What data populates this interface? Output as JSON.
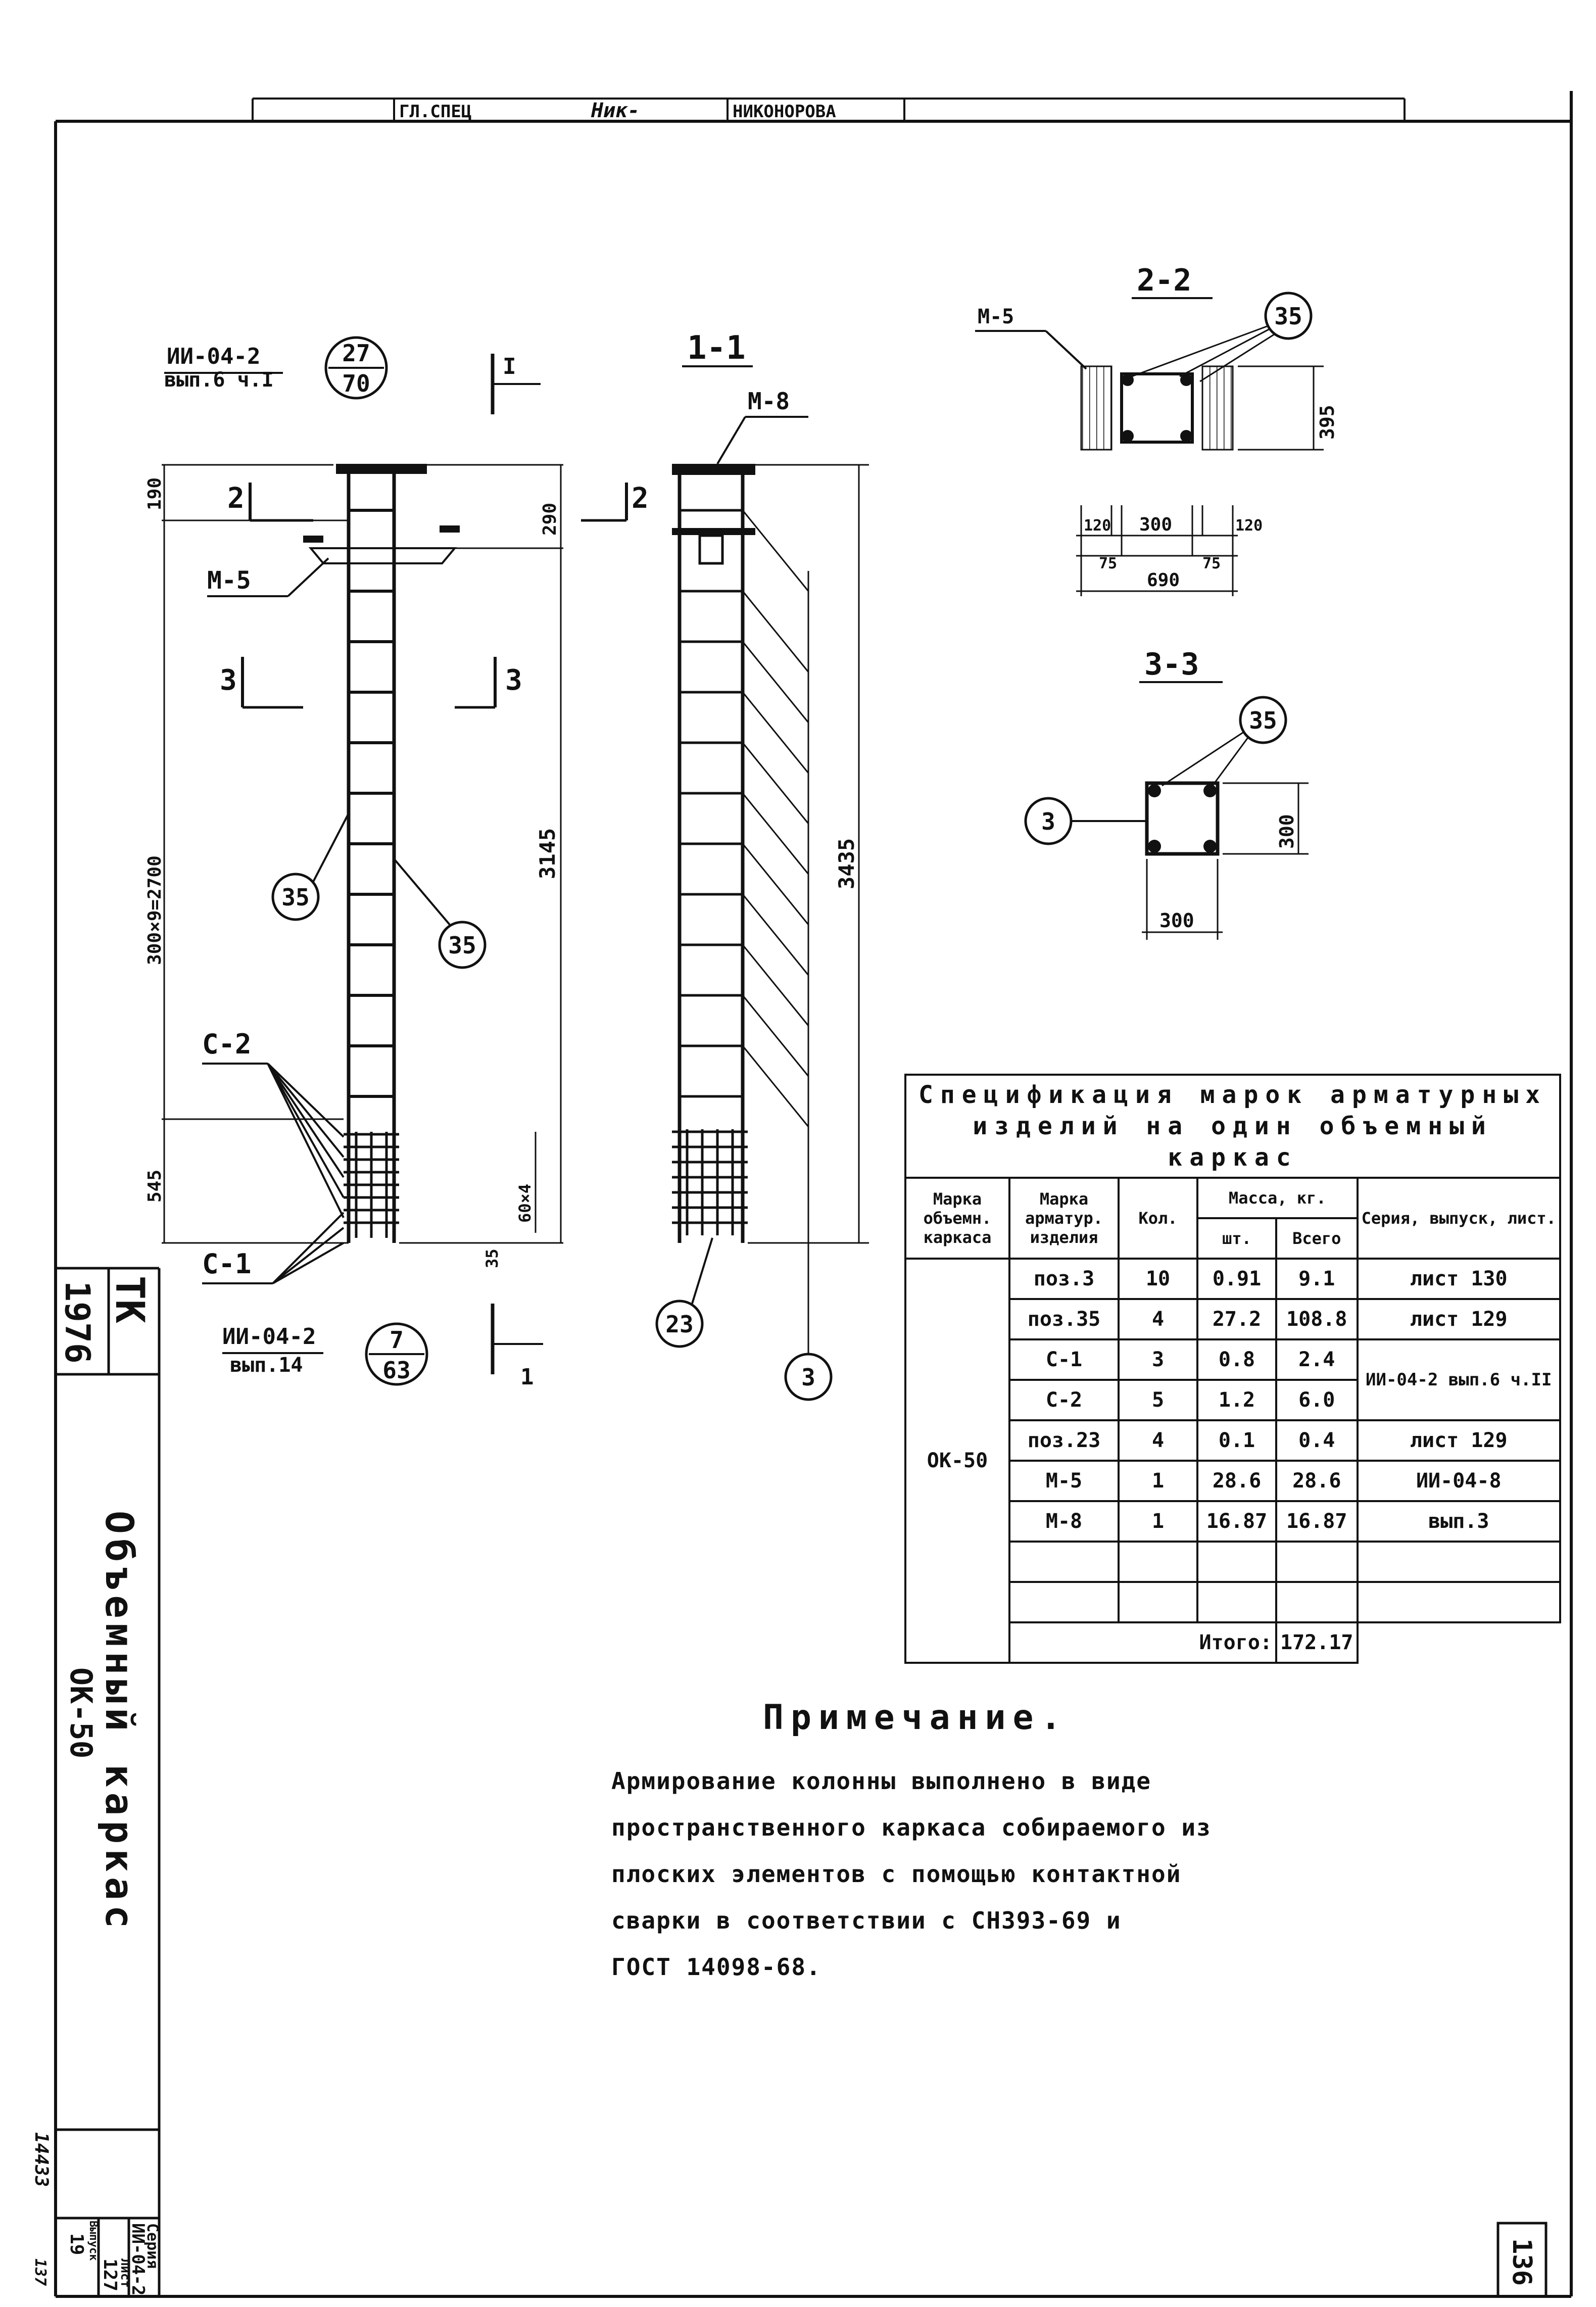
{
  "header": {
    "signer1": "ГЛ.СПЕЦ",
    "signer2": "НИКОНОРОВА",
    "signature": "Ник-"
  },
  "title_block": {
    "code": "ТК",
    "year": "1976",
    "name": "Объемный каркас",
    "mark": "ОК-50",
    "series_label": "Серия",
    "series": "ИИ-04-2",
    "issue_label": "Выпуск",
    "issue": "19",
    "sheet_label": "Лист",
    "sheet": "127",
    "side_number": "14433",
    "side_number_2": "137",
    "page_number": "136"
  },
  "elevation": {
    "ref_top": "ИИ-04-2",
    "ref_top_sub": "вып.6 ч.I",
    "ref_top_circle_num": "27",
    "ref_top_circle_den": "70",
    "ref_bottom": "ИИ-04-2",
    "ref_bottom_sub": "вып.14",
    "ref_bottom_circle_num": "7",
    "ref_bottom_circle_den": "63",
    "dim_190": "190",
    "dim_290": "290",
    "dim_2700": "300×9=2700",
    "dim_3145": "3145",
    "dim_545": "545",
    "dim_35": "35",
    "dim_60x4": "60×4",
    "label_m5": "М-5",
    "label_c2": "С-2",
    "label_c1": "С-1",
    "pos_35a": "35",
    "pos_35b": "35",
    "cut_1": "I",
    "cut_1b": "1",
    "cut_2": "2",
    "cut_2b": "2",
    "cut_3": "3",
    "cut_3b": "3"
  },
  "section_1_1": {
    "title": "1-1",
    "label_m8": "М-8",
    "dim_3435": "3435",
    "pos_23": "23",
    "pos_3": "3"
  },
  "section_2_2": {
    "title": "2-2",
    "label_m5": "М-5",
    "pos_35": "35",
    "dim_395": "395",
    "dim_120a": "120",
    "dim_300": "300",
    "dim_120b": "120",
    "dim_75a": "75",
    "dim_75b": "75",
    "dim_690": "690"
  },
  "section_3_3": {
    "title": "3-3",
    "pos_35": "35",
    "pos_3": "3",
    "dim_300v": "300",
    "dim_300h": "300"
  },
  "spec": {
    "title": "Спецификация марок арматурных изделий на один объемный каркас",
    "headers": {
      "mark_frame": "Марка объемн. каркаса",
      "mark_item": "Марка арматур. изделия",
      "qty": "Кол.",
      "mass": "Масса, кг.",
      "mass_each": "шт.",
      "mass_total": "Всего",
      "series": "Серия, выпуск, лист."
    },
    "frame_mark": "ОК-50",
    "rows": [
      {
        "item": "поз.3",
        "qty": "10",
        "each": "0.91",
        "total": "9.1",
        "ref": "лист 130"
      },
      {
        "item": "поз.35",
        "qty": "4",
        "each": "27.2",
        "total": "108.8",
        "ref": "лист 129"
      },
      {
        "item": "С-1",
        "qty": "3",
        "each": "0.8",
        "total": "2.4",
        "ref": "ИИ-04-2 вып.6 ч.II"
      },
      {
        "item": "С-2",
        "qty": "5",
        "each": "1.2",
        "total": "6.0",
        "ref": ""
      },
      {
        "item": "поз.23",
        "qty": "4",
        "each": "0.1",
        "total": "0.4",
        "ref": "лист 129"
      },
      {
        "item": "М-5",
        "qty": "1",
        "each": "28.6",
        "total": "28.6",
        "ref": "ИИ-04-8"
      },
      {
        "item": "М-8",
        "qty": "1",
        "each": "16.87",
        "total": "16.87",
        "ref": "вып.3"
      },
      {
        "item": "",
        "qty": "",
        "each": "",
        "total": "",
        "ref": ""
      },
      {
        "item": "",
        "qty": "",
        "each": "",
        "total": "",
        "ref": ""
      }
    ],
    "total_label": "Итого:",
    "total_value": "172.17"
  },
  "note": {
    "title": "Примечание.",
    "text": "Армирование колонны выполнено в виде\nпространственного каркаса собираемого из\nплоских элементов с помощью контактной\nсварки в соответствии с СН393-69 и\nГОСТ 14098-68."
  }
}
